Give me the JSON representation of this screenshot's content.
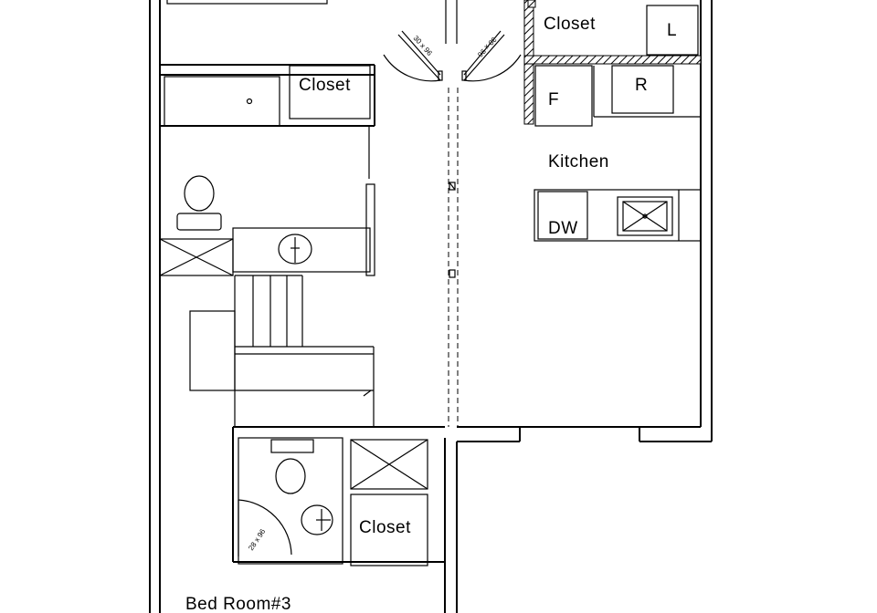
{
  "rooms": {
    "closet_left": "Closet",
    "closet_right": "Closet",
    "closet_lower": "Closet",
    "kitchen": "Kitchen",
    "bedroom": "Bed Room#3"
  },
  "fixtures": {
    "laundry": "L",
    "fridge": "F",
    "range": "R",
    "dishwasher": "DW"
  },
  "doors": {
    "left_bifold": "30 x 96",
    "right_bifold": "30 x 96",
    "bath_door": "28 x 96"
  }
}
